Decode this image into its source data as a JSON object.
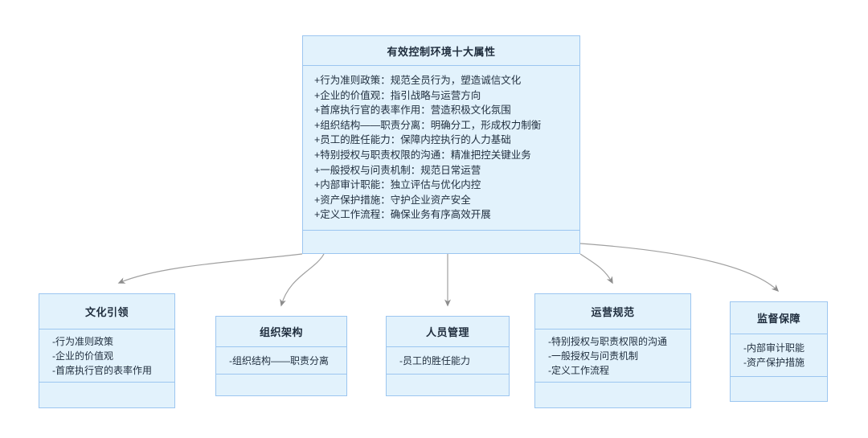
{
  "diagram": {
    "root": {
      "title": "有效控制环境十大属性",
      "items": [
        "+行为准则政策：规范全员行为，塑造诚信文化",
        "+企业的价值观：指引战略与运营方向",
        "+首席执行官的表率作用：营造积极文化氛围",
        "+组织结构——职责分离：明确分工，形成权力制衡",
        "+员工的胜任能力：保障内控执行的人力基础",
        "+特别授权与职责权限的沟通：精准把控关键业务",
        "+一般授权与问责机制：规范日常运营",
        "+内部审计职能：独立评估与优化内控",
        "+资产保护措施：守护企业资产安全",
        "+定义工作流程：确保业务有序高效开展"
      ]
    },
    "children": [
      {
        "title": "文化引领",
        "items": [
          "-行为准则政策",
          "-企业的价值观",
          "-首席执行官的表率作用"
        ]
      },
      {
        "title": "组织架构",
        "items": [
          "-组织结构——职责分离"
        ]
      },
      {
        "title": "人员管理",
        "items": [
          "-员工的胜任能力"
        ]
      },
      {
        "title": "运营规范",
        "items": [
          "-特别授权与职责权限的沟通",
          "-一般授权与问责机制",
          "-定义工作流程"
        ]
      },
      {
        "title": "监督保障",
        "items": [
          "-内部审计职能",
          "-资产保护措施"
        ]
      }
    ],
    "colors": {
      "node_fill": "#e2f2fc",
      "node_border": "#9cc6f0",
      "connector": "#a0a0a0",
      "text": "#1f2d3d",
      "background": "#ffffff"
    }
  }
}
